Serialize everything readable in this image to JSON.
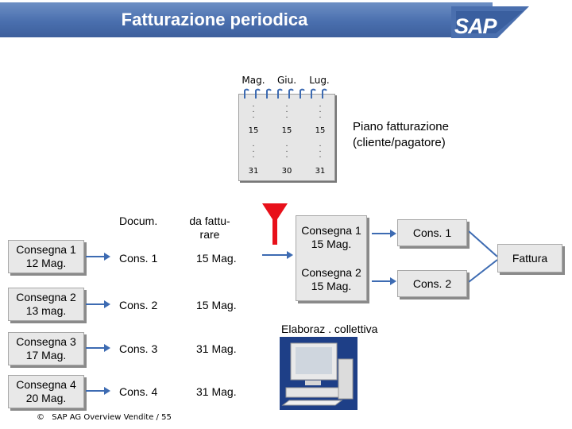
{
  "header": {
    "title": "Fatturazione periodica",
    "logo": "SAP"
  },
  "calendar": {
    "months": [
      "Mag.",
      "Giu.",
      "Lug."
    ],
    "dates_mid": [
      "15",
      "15",
      "15"
    ],
    "dates_end": [
      "31",
      "30",
      "31"
    ],
    "label_line1": "Piano fatturazione",
    "label_line2": "(cliente/pagatore)"
  },
  "table": {
    "col_doc": "Docum.",
    "col_due_line1": "da fattu-",
    "col_due_line2": "rare"
  },
  "deliveries": [
    {
      "line1": "Consegna 1",
      "line2": "12 Mag.",
      "doc": "Cons. 1",
      "date": "15 Mag."
    },
    {
      "line1": "Consegna 2",
      "line2": "13 mag.",
      "doc": "Cons. 2",
      "date": "15 Mag."
    },
    {
      "line1": "Consegna 3",
      "line2": "17 Mag.",
      "doc": "Cons. 3",
      "date": "31 Mag."
    },
    {
      "line1": "Consegna 4",
      "line2": "20 Mag.",
      "doc": "Cons. 4",
      "date": "31 Mag."
    }
  ],
  "selection": {
    "item1_line1": "Consegna 1",
    "item1_line2": "15 Mag.",
    "item2_line1": "Consegna 2",
    "item2_line2": "15 Mag."
  },
  "results": {
    "cons1": "Cons. 1",
    "cons2": "Cons. 2",
    "invoice": "Fattura"
  },
  "process": {
    "label": "Elaboraz . collettiva"
  },
  "footer": {
    "copyright": "©",
    "text": "SAP AG Overview Vendite / 55"
  },
  "colors": {
    "header": "#4a6fae",
    "arrow": "#3d6bb2",
    "funnel": "#e8101a",
    "box": "#e8e8e8"
  }
}
